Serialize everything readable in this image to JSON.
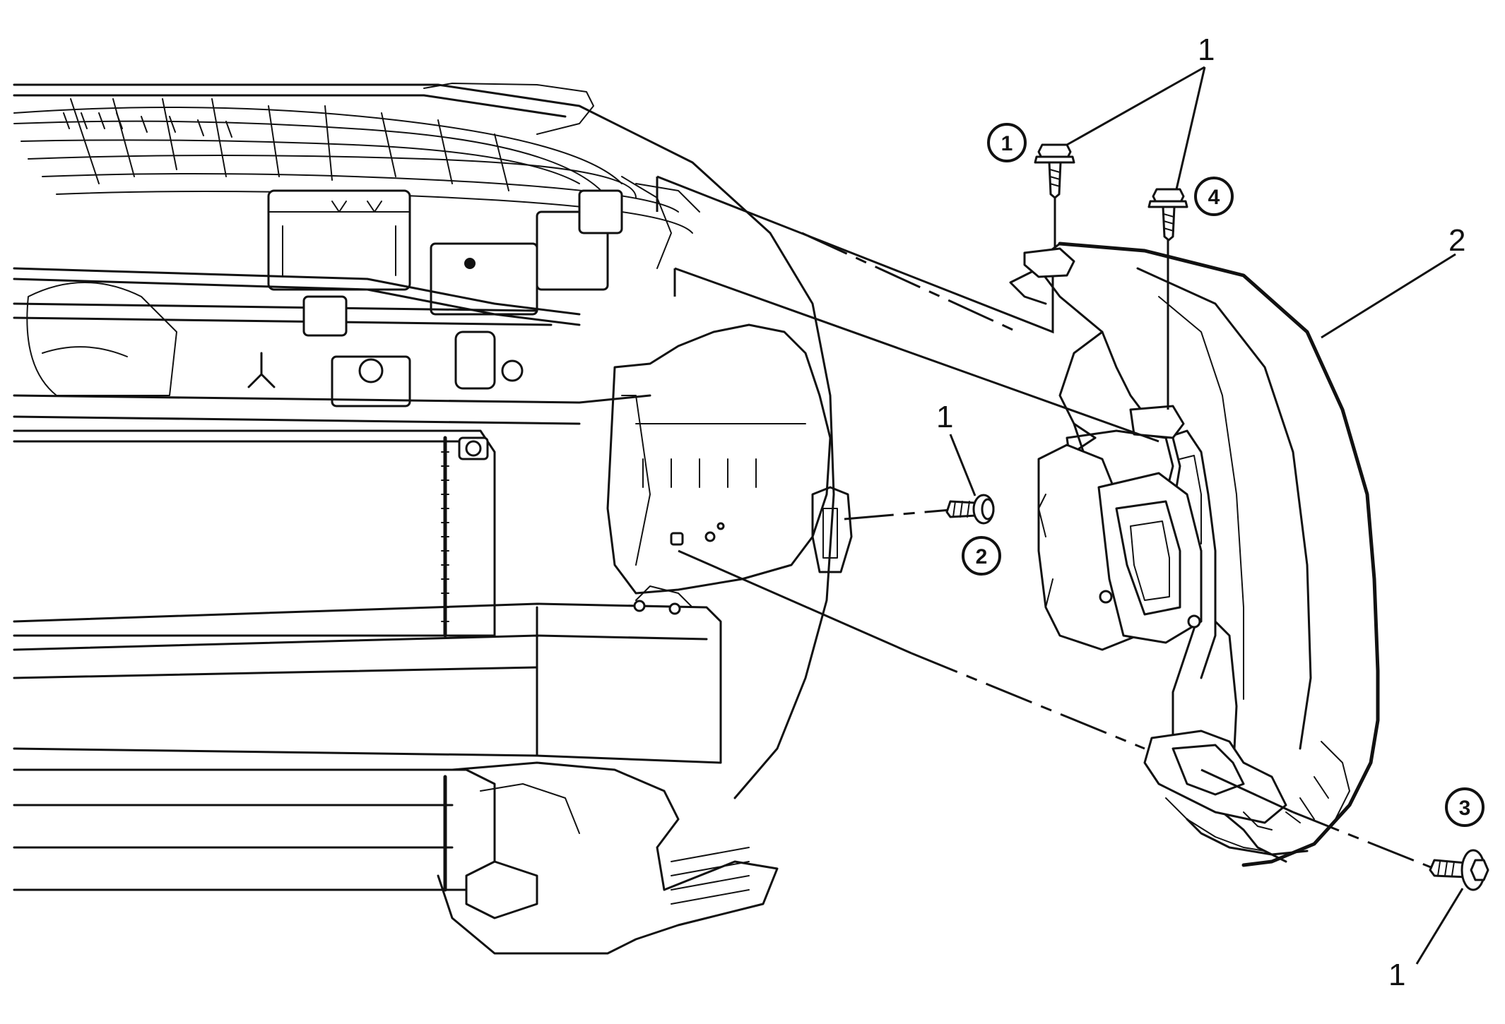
{
  "callouts": {
    "top": "1",
    "housing": "2",
    "middle": "1",
    "bottom": "1"
  },
  "steps": {
    "step1": "1",
    "step2": "2",
    "step3": "3",
    "step4": "4"
  },
  "colors": {
    "line": "#111111",
    "background": "#ffffff"
  }
}
